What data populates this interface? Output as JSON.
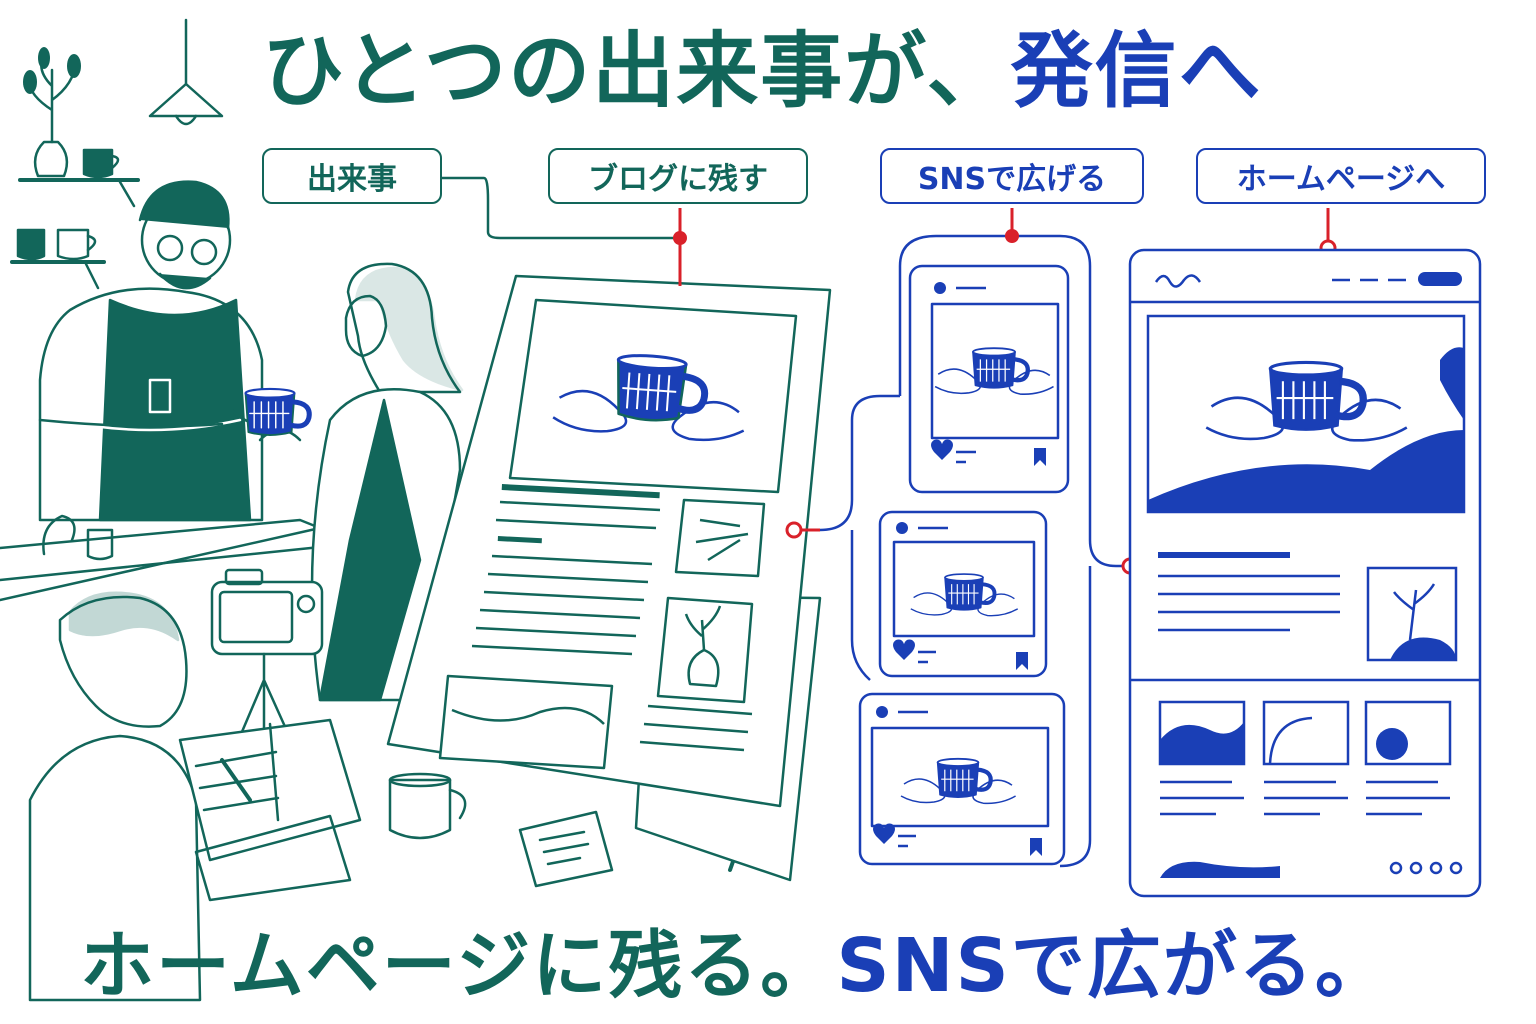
{
  "headline_top": {
    "before": "ひとつの出来事が、",
    "accent": "発信へ"
  },
  "headline_bottom": {
    "before": "ホームページに残る。",
    "accent": "SNSで広がる。"
  },
  "labels": {
    "event": "出来事",
    "blog": "ブログに残す",
    "sns": "SNSで広げる",
    "homepage": "ホームページへ"
  },
  "mug_pattern": "alalc albl",
  "colors": {
    "green": "#12665a",
    "blue": "#1a3fb6",
    "red": "#d9212a"
  },
  "icons": [
    "heart-icon",
    "bookmark-icon",
    "camera-icon",
    "pendant-lamp-icon",
    "plant-icon"
  ]
}
